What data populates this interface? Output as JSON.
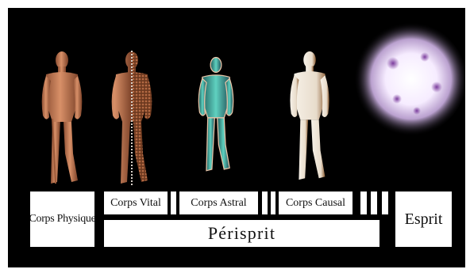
{
  "labels": {
    "corps_physique": "Corps Physique",
    "corps_vital": "Corps Vital",
    "corps_astral": "Corps Astral",
    "corps_causal": "Corps Causal",
    "esprit": "Esprit",
    "perisprit": "Périsprit"
  },
  "colors": {
    "background": "#000000",
    "label_fill": "#ffffff",
    "physique_skin": "#c9805a",
    "vital_texture": "#8a4f2e",
    "astral_glow": "#5fd1c0",
    "causal_white": "#f4efe6",
    "esprit_glow": "#f3e6ff"
  },
  "figures": [
    {
      "name": "physical-body-figure",
      "icon": "human-figure-solid"
    },
    {
      "name": "vital-body-figure",
      "icon": "human-figure-textured"
    },
    {
      "name": "astral-body-figure",
      "icon": "human-figure-glowing"
    },
    {
      "name": "causal-body-figure",
      "icon": "human-figure-white"
    },
    {
      "name": "esprit-light-orb",
      "icon": "light-orb"
    }
  ]
}
